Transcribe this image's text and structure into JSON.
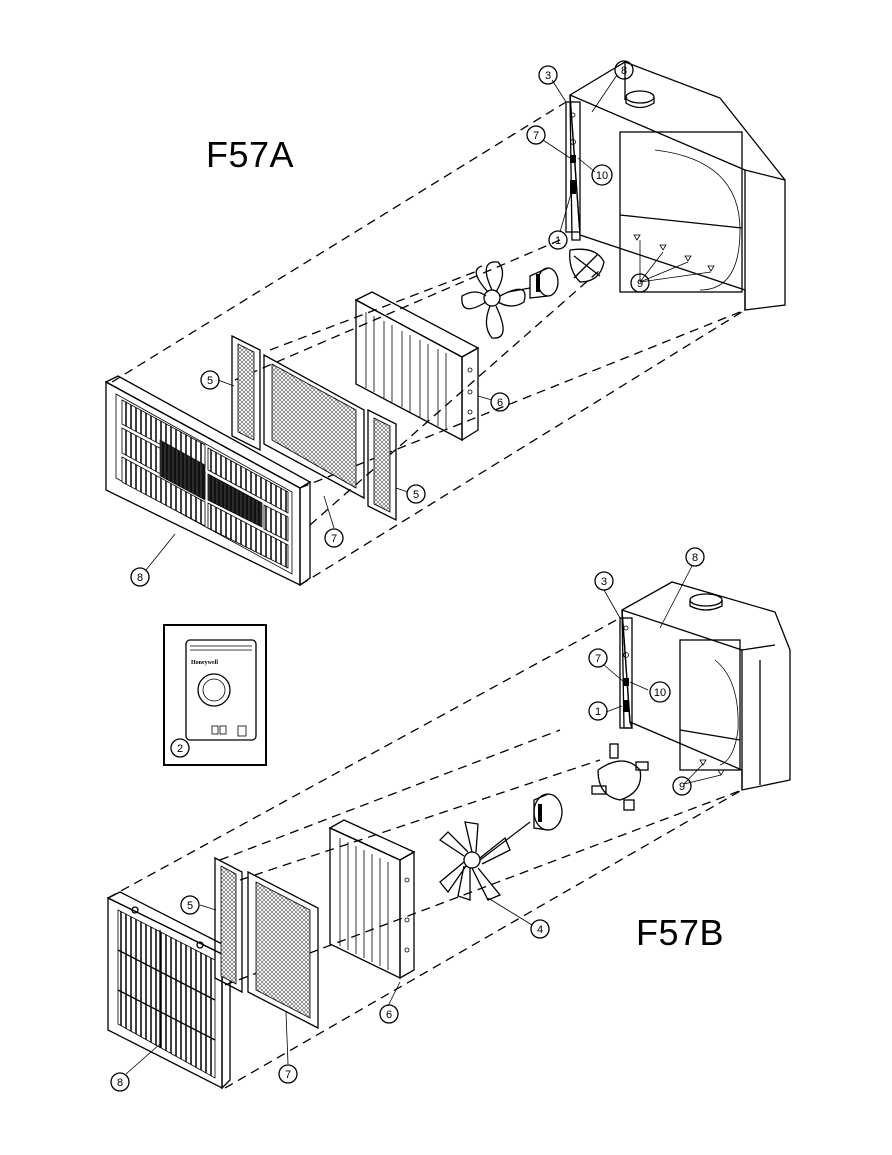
{
  "titles": {
    "top_model": "F57A",
    "bottom_model": "F57B"
  },
  "inset": {
    "brand": "Honeywell",
    "callout": "2"
  },
  "callouts_top": {
    "c3": "3",
    "c8a": "8",
    "c7a": "7",
    "c10": "10",
    "c1": "1",
    "c9": "9",
    "c5a": "5",
    "c6": "6",
    "c5b": "5",
    "c7b": "7",
    "c8b": "8"
  },
  "callouts_bottom": {
    "c3": "3",
    "c8a": "8",
    "c7a": "7",
    "c10": "10",
    "c1": "1",
    "c9": "9",
    "c5": "5",
    "c4": "4",
    "c6": "6",
    "c7b": "7",
    "c8b": "8"
  },
  "colors": {
    "ink": "#000000",
    "paper": "#ffffff",
    "grille_dark": "#222222"
  }
}
